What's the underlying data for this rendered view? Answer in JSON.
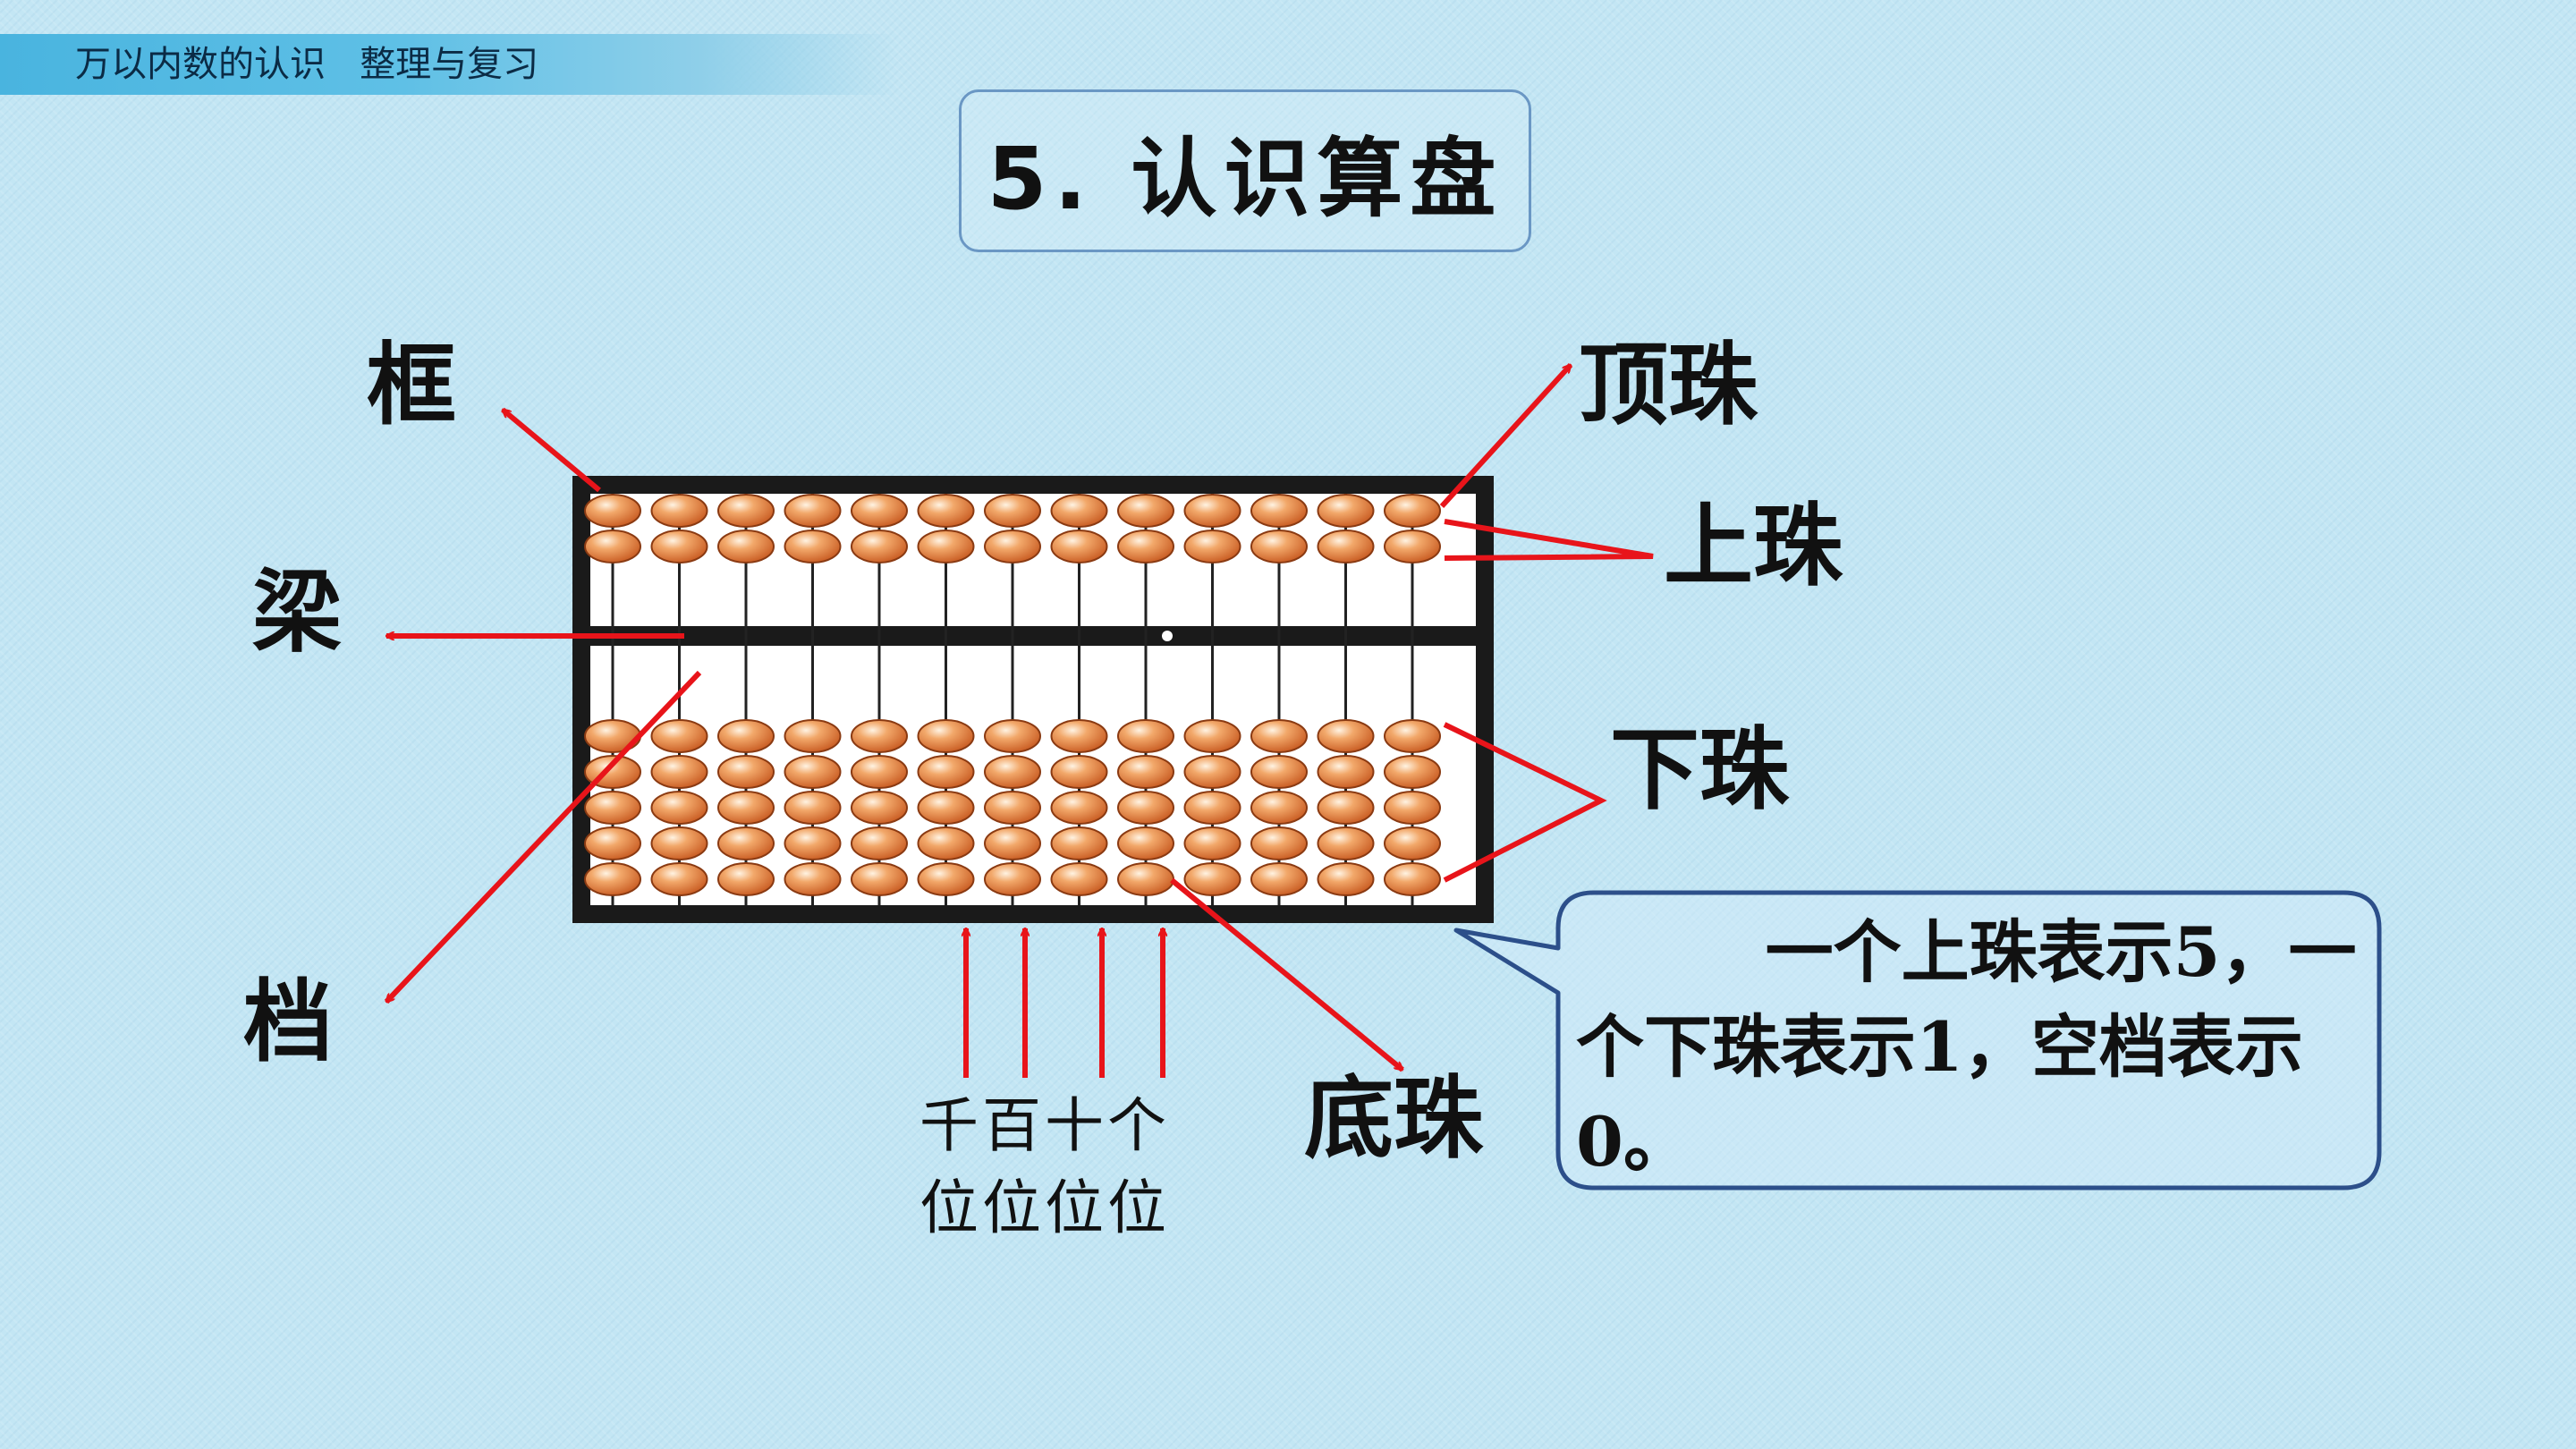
{
  "header": {
    "breadcrumb": "万以内数的认识   整理与复习"
  },
  "title": "5. 认识算盘",
  "labels": {
    "frame": "框",
    "beam": "梁",
    "rod": "档",
    "top_bead": "顶珠",
    "upper_bead": "上珠",
    "lower_bead": "下珠",
    "bottom_bead": "底珠"
  },
  "places": {
    "line1": "千百十个",
    "line2": "位位位位"
  },
  "abacus": {
    "rods": 13,
    "upper_beads_per_rod": 2,
    "lower_beads_per_rod": 5
  },
  "note": "        一个上珠表示5，一个下珠表示1，空档表示0。",
  "colors": {
    "background": "#c3e6f4",
    "frame": "#1a1a1a",
    "bead": "#e07d3e",
    "arrow": "#e8141a"
  }
}
